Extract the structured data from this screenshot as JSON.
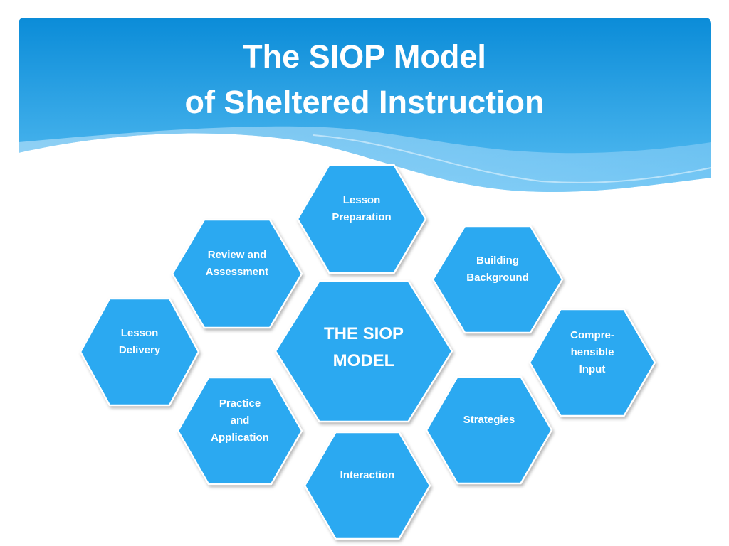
{
  "title": {
    "line1": "The SIOP Model",
    "line2": "of Sheltered Instruction"
  },
  "colors": {
    "header_top": "#0d8fd9",
    "header_bottom": "#4cb8f1",
    "hex_fill": "#2ba9f1",
    "hex_stroke": "#ffffff",
    "text": "#ffffff"
  },
  "center": {
    "lines": [
      "THE SIOP",
      "MODEL"
    ]
  },
  "components": {
    "lesson_preparation": [
      "Lesson",
      "Preparation"
    ],
    "building_background": [
      "Building",
      "Background"
    ],
    "comprehensible_input": [
      "Compre-",
      "hensible",
      "Input"
    ],
    "strategies": [
      "Strategies"
    ],
    "interaction": [
      "Interaction"
    ],
    "practice_application": [
      "Practice",
      "and",
      "Application"
    ],
    "lesson_delivery": [
      "Lesson",
      "Delivery"
    ],
    "review_assessment": [
      "Review and",
      "Assessment"
    ]
  }
}
